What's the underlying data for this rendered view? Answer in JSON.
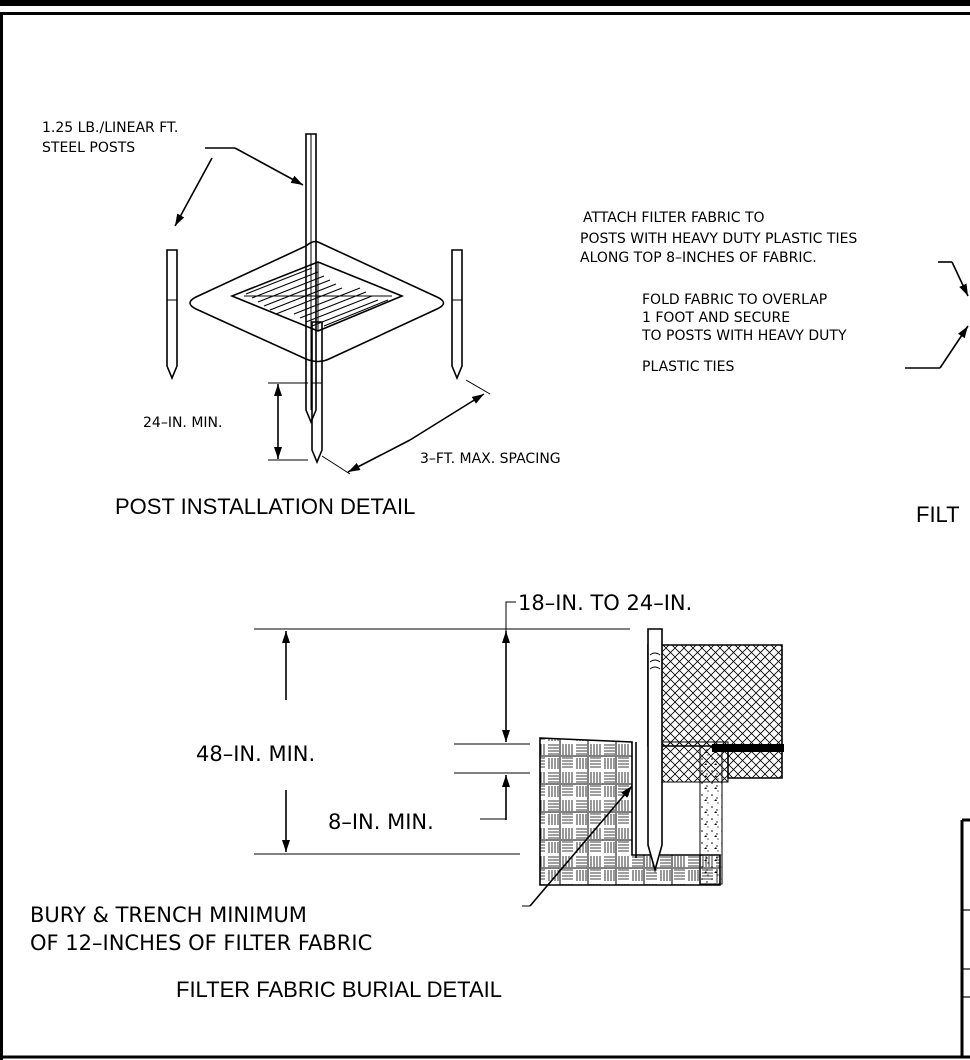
{
  "post_detail": {
    "title": "POST INSTALLATION DETAIL",
    "post_weight_line1": "1.25 LB./LINEAR FT.",
    "post_weight_line2": "STEEL POSTS",
    "embed_depth": "24–IN. MIN.",
    "spacing": "3–FT. MAX. SPACING"
  },
  "fabric_attach": {
    "note1_line1": "ATTACH FILTER FABRIC TO",
    "note1_line2": "POSTS WITH HEAVY DUTY PLASTIC TIES",
    "note1_line3": "ALONG TOP 8–INCHES OF FABRIC.",
    "note2_line1": "FOLD FABRIC TO OVERLAP",
    "note2_line2": "1 FOOT AND SECURE",
    "note2_line3": "TO POSTS WITH HEAVY DUTY",
    "note2_line4": "PLASTIC TIES",
    "title_partial": "FILT"
  },
  "burial_detail": {
    "title": "FILTER FABRIC BURIAL DETAIL",
    "range_label": "18–IN. TO 24–IN.",
    "overall_height": "48–IN. MIN.",
    "bury_depth": "8–IN. MIN.",
    "note_line1": "BURY & TRENCH MINIMUM",
    "note_line2": "OF 12–INCHES OF FILTER FABRIC"
  },
  "colors": {
    "ink": "#000000",
    "paper": "#ffffff"
  }
}
